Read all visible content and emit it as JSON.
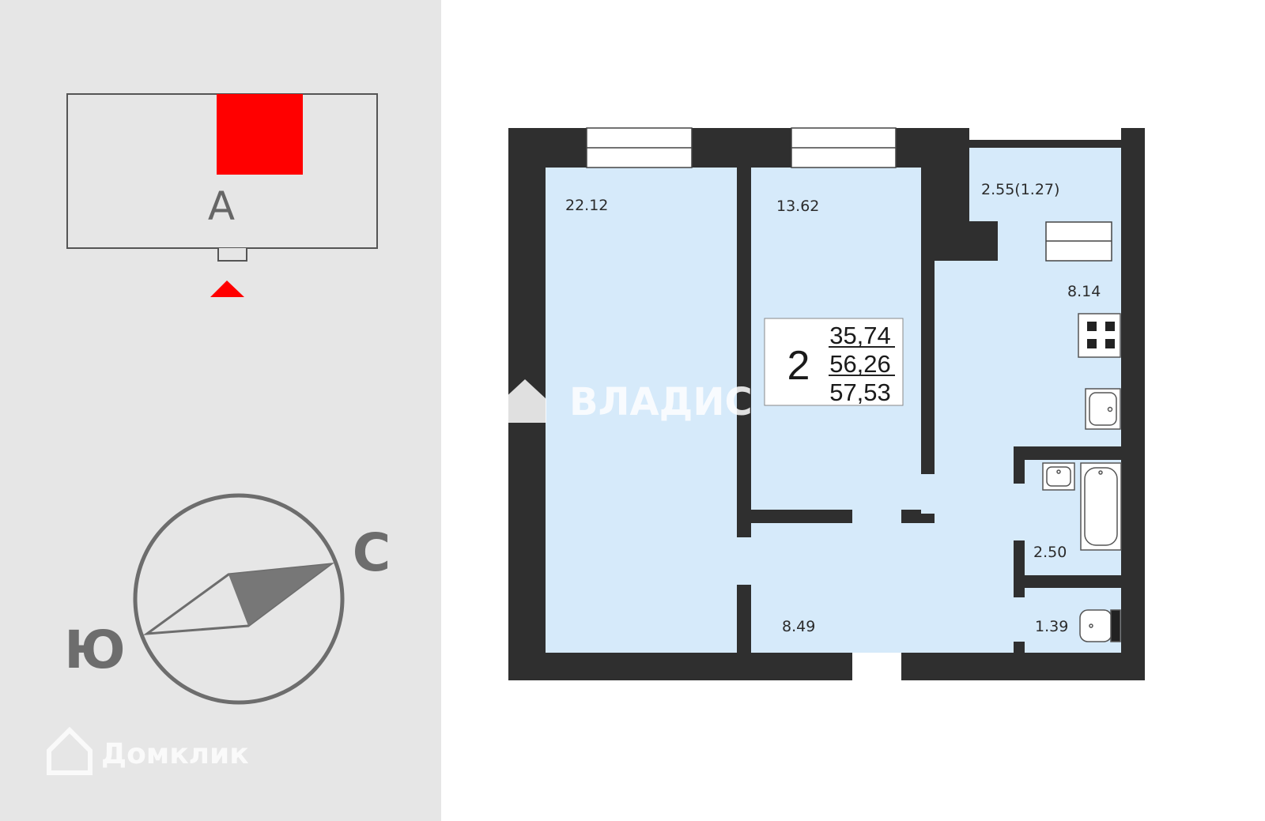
{
  "locator": {
    "section_label": "A",
    "highlight_color": "#ff0000"
  },
  "compass": {
    "north_label": "С",
    "south_label": "Ю"
  },
  "watermarks": {
    "domclick": "Домклик",
    "vladis": "ВЛАДИС"
  },
  "apartment": {
    "rooms_count": "2",
    "living_area": "35,74",
    "total_area": "56,26",
    "total_area_with_balcony": "57,53"
  },
  "rooms": {
    "room_large": "22.12",
    "room_small": "13.62",
    "loggia": "2.55(1.27)",
    "kitchen": "8.14",
    "bathroom": "2.50",
    "toilet": "1.39",
    "hallway": "8.49"
  },
  "colors": {
    "wall": "#2f2f2f",
    "room": "#d6eafa",
    "panel": "#e6e6e6"
  }
}
